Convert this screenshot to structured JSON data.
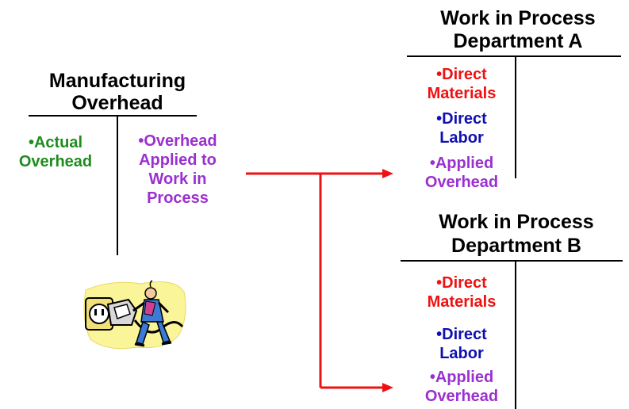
{
  "manufacturing_overhead": {
    "title_line1": "Manufacturing",
    "title_line2": "Overhead",
    "debit": [
      "•Actual",
      "Overhead"
    ],
    "credit": [
      "•Overhead",
      "Applied to",
      "Work in",
      "Process"
    ]
  },
  "wip_a": {
    "title_line1": "Work in Process",
    "title_line2": "Department A",
    "debits": [
      [
        "•Direct",
        "Materials"
      ],
      [
        "•Direct",
        "Labor"
      ],
      [
        "•Applied",
        "Overhead"
      ]
    ]
  },
  "wip_b": {
    "title_line1": "Work in Process",
    "title_line2": "Department B",
    "debits": [
      [
        "•Direct",
        "Materials"
      ],
      [
        "•Direct",
        "Labor"
      ],
      [
        "•Applied",
        "Overhead"
      ]
    ]
  },
  "colors": {
    "actual_overhead": "#1e8c1e",
    "applied_overhead": "#9b30d0",
    "direct_materials": "#ee1111",
    "direct_labor": "#1010b0",
    "arrow": "#ee1111"
  },
  "clipart": {
    "icon": "plug-socket-worker-icon"
  }
}
